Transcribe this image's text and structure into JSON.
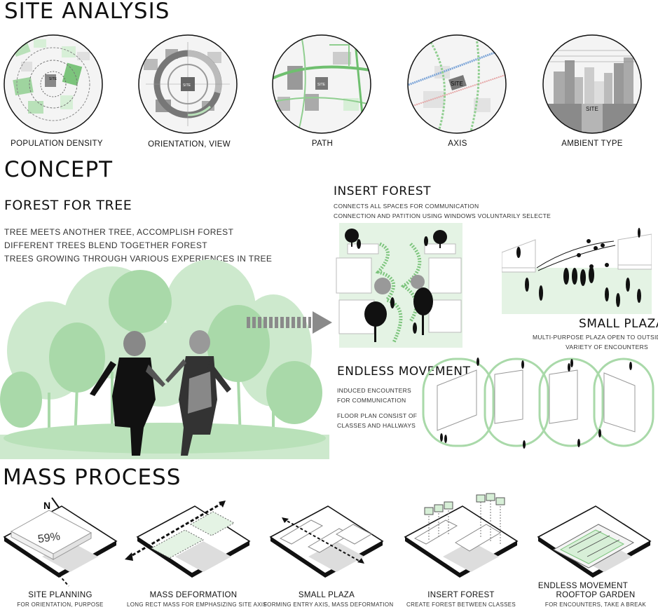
{
  "site_analysis": {
    "title": "SITE ANALYSIS",
    "site_label": "SITE",
    "circles": [
      {
        "caption": "POPULATION DENSITY"
      },
      {
        "caption": "ORIENTATION, VIEW"
      },
      {
        "caption": "PATH"
      },
      {
        "caption": "AXIS"
      },
      {
        "caption": "AMBIENT TYPE"
      }
    ]
  },
  "concept": {
    "title": "CONCEPT",
    "heading": "FOREST FOR TREE",
    "lines": [
      "TREE MEETS ANOTHER TREE, ACCOMPLISH FOREST",
      "DIFFERENT TREES BLEND TOGETHER FOREST",
      "TREES GROWING THROUGH VARIOUS EXPERIENCES IN TREE"
    ],
    "insert_forest": {
      "title": "INSERT FOREST",
      "lines": [
        "CONNECTS ALL SPACES FOR COMMUNICATION",
        "CONNECTION AND PATITION  USING WINDOWS VOLUNTARILY SELECTE"
      ]
    },
    "small_plaza": {
      "title": "SMALL PLAZA",
      "lines": [
        "MULTI-PURPOSE PLAZA OPEN TO OUTSIDERS",
        "VARIETY OF ENCOUNTERS"
      ]
    },
    "endless_movement": {
      "title": "ENDLESS MOVEMENT",
      "lines": [
        "INDUCED ENCOUNTERS",
        "FOR COMMUNICATION",
        "FLOOR PLAN CONSIST OF",
        "CLASSES AND HALLWAYS"
      ]
    }
  },
  "mass_process": {
    "title": "MASS PROCESS",
    "north": "N",
    "percent": "59%",
    "steps": [
      {
        "title": "SITE PLANNING",
        "subtitle": "FOR ORIENTATION,  PURPOSE"
      },
      {
        "title": "MASS DEFORMATION",
        "subtitle": "LONG RECT MASS FOR EMPHASIZING SITE AXIS"
      },
      {
        "title": "SMALL PLAZA",
        "subtitle": "FORMING ENTRY AXIS, MASS DEFORMATION"
      },
      {
        "title": "INSERT FOREST",
        "subtitle": "CREATE FOREST BETWEEN CLASSES"
      },
      {
        "title": "ENDLESS MOVEMENT",
        "title2": "ROOFTOP GARDEN",
        "subtitle": "FOR ENCOUNTERS, TAKE A BREAK"
      }
    ]
  },
  "colors": {
    "green": "#8fce8f",
    "light_green": "#d7efd7",
    "gray": "#9a9a9a",
    "dark": "#111111"
  }
}
